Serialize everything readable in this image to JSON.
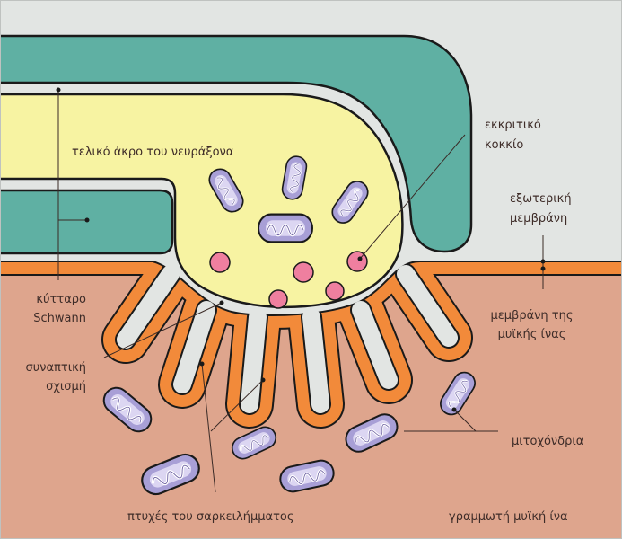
{
  "labels": {
    "axon_terminal": "τελικό άκρο του νευράξονα",
    "secretory_granule": [
      "εκκριτικό",
      "κοκκίο"
    ],
    "outer_membrane": [
      "εξωτερική",
      "μεμβράνη"
    ],
    "schwann_cell": [
      "κύτταρο",
      "Schwann"
    ],
    "synaptic_cleft": [
      "συναπτική",
      "σχισμή"
    ],
    "muscle_fiber_membrane": [
      "μεμβράνη της",
      "μυϊκής ίνας"
    ],
    "mitochondria": "μιτοχόνδρια",
    "sarcolemma_folds": "πτυχές του σαρκειλήμματος",
    "striated_muscle_fiber": "γραμμωτή μυϊκή ίνα"
  },
  "colors": {
    "background": "#e2e5e3",
    "schwann": "#5fb0a3",
    "terminal": "#f7f3a2",
    "muscle": "#dea58d",
    "membrane": "#f28a3a",
    "mitochondrion": "#a89fd6",
    "vesicle": "#ef7f9f"
  }
}
